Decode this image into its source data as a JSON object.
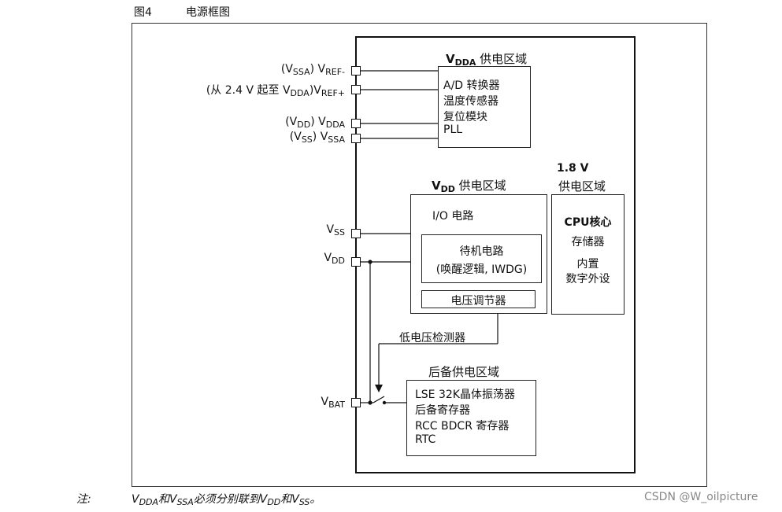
{
  "figure": {
    "number": "图4",
    "title": "电源框图"
  },
  "pins": {
    "vref_minus": {
      "paren": "(V",
      "paren_sub": "SSA",
      "paren_close": ")",
      "name": "V",
      "name_sub": "REF-"
    },
    "vref_plus": {
      "paren": "(从 2.4 V 起至 V",
      "paren_sub": "DDA",
      "paren_close": ")",
      "name": "V",
      "name_sub": "REF+"
    },
    "vdda": {
      "paren": "(V",
      "paren_sub": "DD",
      "paren_close": ")",
      "name": "V",
      "name_sub": "DDA"
    },
    "vssa": {
      "paren": "(V",
      "paren_sub": "SS",
      "paren_close": ")",
      "name": "V",
      "name_sub": "SSA"
    },
    "vss": {
      "name": "V",
      "name_sub": "SS"
    },
    "vdd": {
      "name": "V",
      "name_sub": "DD"
    },
    "vbat": {
      "name": "V",
      "name_sub": "BAT"
    }
  },
  "vdda_domain": {
    "title_main": "V",
    "title_sub": "DDA",
    "title_rest": "供电区域",
    "items": [
      "A/D 转换器",
      "温度传感器",
      "复位模块",
      "PLL"
    ]
  },
  "vdd_domain": {
    "title_main": "V",
    "title_sub": "DD",
    "title_rest": "供电区域",
    "io": "I/O 电路",
    "standby_line1": "待机电路",
    "standby_line2": "(唤醒逻辑, IWDG)",
    "regulator": "电压调节器"
  },
  "core_domain": {
    "title_line1": "1.8 V",
    "title_line2": "供电区域",
    "lines": [
      "CPU核心",
      "存储器",
      "内置",
      "数字外设"
    ]
  },
  "detector": "低电压检测器",
  "backup_domain": {
    "title": "后备供电区域",
    "items": [
      "LSE 32K晶体振荡器",
      "后备寄存器",
      "RCC BDCR 寄存器",
      "RTC"
    ]
  },
  "footnote": {
    "label": "注:",
    "parts": [
      "V",
      "DDA",
      "和V",
      "SSA",
      "必须分别联到V",
      "DD",
      "和V",
      "SS",
      "。"
    ]
  },
  "watermark": "CSDN @W_oilpicture"
}
